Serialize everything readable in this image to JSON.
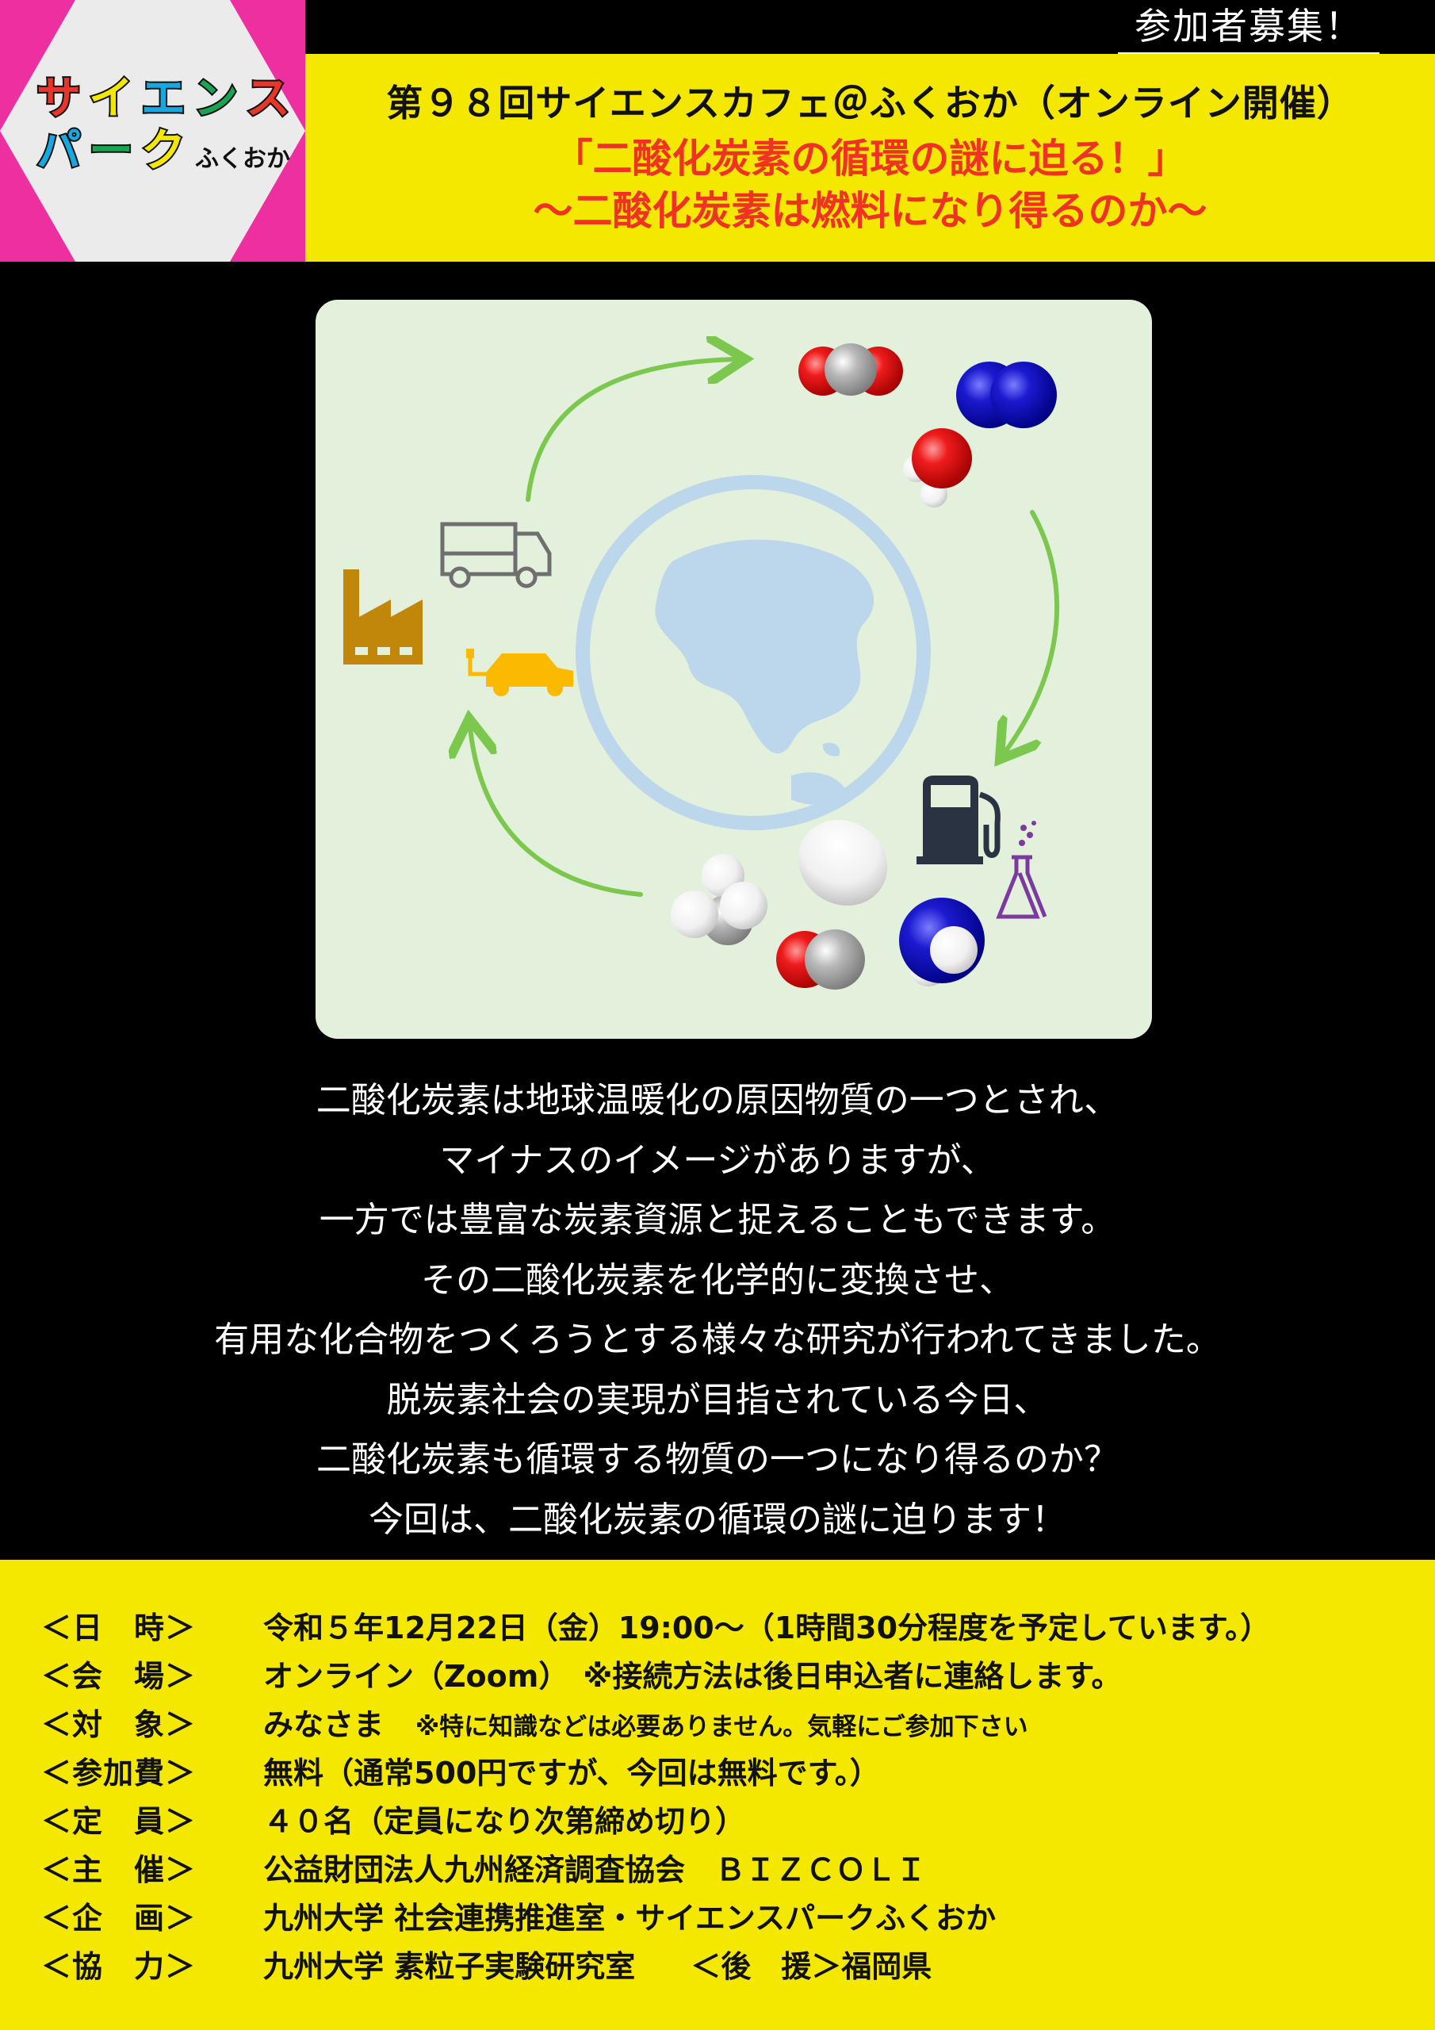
{
  "logo": {
    "line1_chars": [
      "サ",
      "イ",
      "エ",
      "ン",
      "ス"
    ],
    "line1_colors": [
      "#e8372a",
      "#f4e800",
      "#18a8e0",
      "#1aa350",
      "#e8372a"
    ],
    "line2_chars": [
      "パ",
      "ー",
      "ク"
    ],
    "line2_colors": [
      "#18a8e0",
      "#1aa350",
      "#f4e800"
    ],
    "suffix": "ふくおか",
    "bg_color": "#ee2fa0",
    "hex_color": "#ebebeb"
  },
  "top_bar": {
    "recruit_label": "参加者募集！"
  },
  "header": {
    "event_title": "第９８回サイエンスカフェ＠ふくおか（オンライン開催）",
    "subtitle_line1": "「二酸化炭素の循環の謎に迫る！」",
    "subtitle_line2": "～二酸化炭素は燃料になり得るのか～",
    "title_color": "#111111",
    "subtitle_color": "#ee3322",
    "band_color": "#f4e800"
  },
  "illustration": {
    "icons": [
      "factory-icon",
      "truck-icon",
      "electric-car-icon",
      "globe-icon",
      "fuel-pump-icon",
      "flask-icon"
    ],
    "molecules": [
      "co2-molecule",
      "n2-molecule",
      "h2o-molecule",
      "ch4-molecule",
      "h2-molecule",
      "co-molecule",
      "nh3-molecule"
    ],
    "arrow_color": "#7cc84e",
    "globe_color": "#bcd7ec",
    "background": "#e3f0dc"
  },
  "body": {
    "lines": [
      "二酸化炭素は地球温暖化の原因物質の一つとされ、",
      "マイナスのイメージがありますが、",
      "一方では豊富な炭素資源と捉えることもできます。",
      "その二酸化炭素を化学的に変換させ、",
      "有用な化合物をつくろうとする様々な研究が行われてきました。",
      "脱炭素社会の実現が目指されている今日、",
      "二酸化炭素も循環する物質の一つになり得るのか？",
      "今回は、二酸化炭素の循環の謎に迫ります！"
    ]
  },
  "info": {
    "rows": [
      {
        "label": "＜日　時＞",
        "value": "令和５年12月22日（金）19:00～（1時間30分程度を予定しています。）"
      },
      {
        "label": "＜会　場＞",
        "value": "オンライン（Zoom）",
        "note": "※接続方法は後日申込者に連絡します。"
      },
      {
        "label": "＜対　象＞",
        "value": "みなさま",
        "note": "※特に知識などは必要ありません。気軽にご参加下さい"
      },
      {
        "label": "＜参加費＞",
        "value": "無料（通常500円ですが、今回は無料です。）"
      },
      {
        "label": "＜定　員＞",
        "value": "４０名（定員になり次第締め切り）"
      },
      {
        "label": "＜主　催＞",
        "value": "公益財団法人九州経済調査協会　ＢＩＺＣＯＬＩ"
      },
      {
        "label": "＜企　画＞",
        "value": "九州大学 社会連携推進室・サイエンスパークふくおか"
      },
      {
        "label": "＜協　力＞",
        "value": "九州大学 素粒子実験研究室",
        "extra": "＜後　援＞福岡県"
      }
    ]
  }
}
